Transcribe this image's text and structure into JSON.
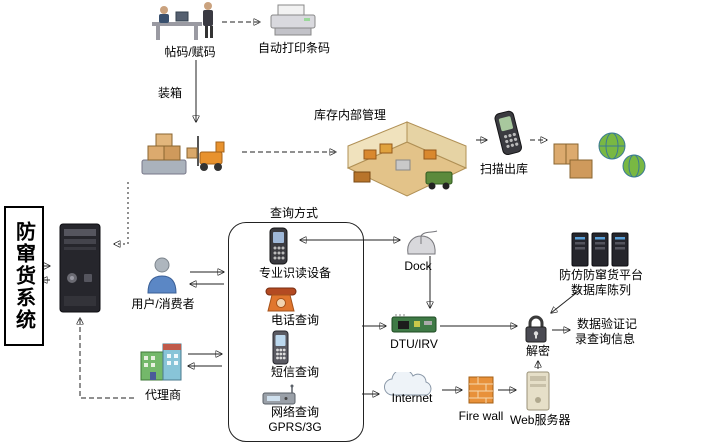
{
  "system_box": {
    "label": "防窜货系统"
  },
  "top_flow": {
    "labeling": "帖码/赋码",
    "auto_print": "自动打印条码",
    "packing": "装箱",
    "warehouse_mgmt": "库存内部管理",
    "scan_out": "扫描出库"
  },
  "query_panel": {
    "title": "查询方式",
    "reader": "专业识读设备",
    "phone": "电话查询",
    "sms": "短信查询",
    "network": "网络查询",
    "network2": "GPRS/3G"
  },
  "actors": {
    "consumer": "用户/消费者",
    "agent": "代理商"
  },
  "backend": {
    "dock": "Dock",
    "dtu": "DTU/IRV",
    "internet": "Internet",
    "firewall": "Fire wall",
    "web_server": "Web服务器",
    "decrypt": "解密",
    "platform_line1": "防仿防窜货平台",
    "platform_line2": "数据库陈列",
    "record_line1": "数据验证记",
    "record_line2": "录查询信息"
  }
}
